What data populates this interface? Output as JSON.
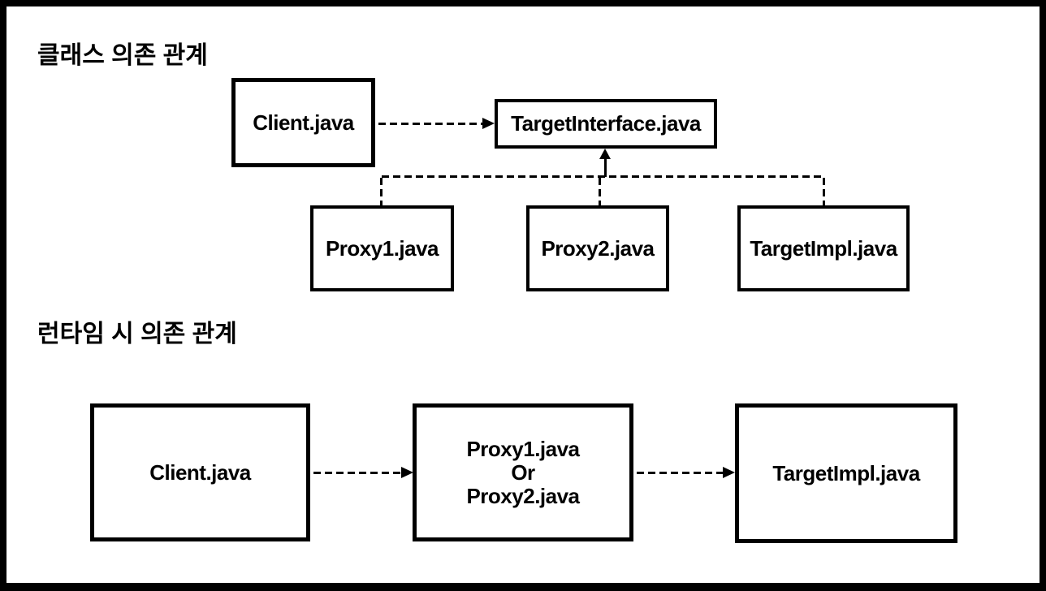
{
  "diagram": {
    "background_color": "#ffffff",
    "line_color": "#000000",
    "class_section": {
      "title": "클래스 의존 관계",
      "client_label": "Client.java",
      "target_interface_label": "TargetInterface.java",
      "proxy1_label": "Proxy1.java",
      "proxy2_label": "Proxy2.java",
      "target_impl_label": "TargetImpl.java"
    },
    "runtime_section": {
      "title": "런타임 시 의존 관계",
      "client_label": "Client.java",
      "proxy_line1": "Proxy1.java",
      "proxy_line2": "Or",
      "proxy_line3": "Proxy2.java",
      "target_impl_label": "TargetImpl.java"
    }
  }
}
